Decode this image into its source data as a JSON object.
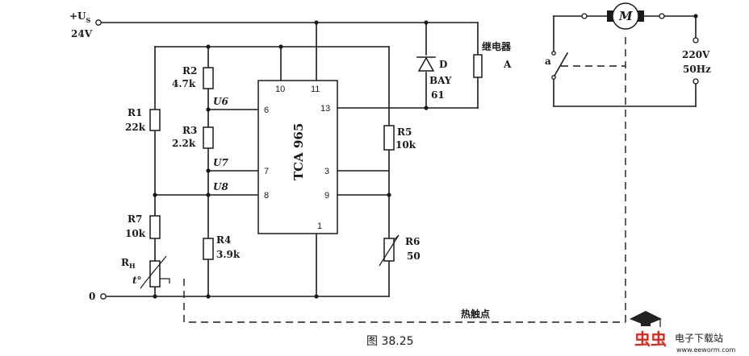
{
  "supply": {
    "label": "+U",
    "sub": "S",
    "voltage": "24V"
  },
  "ground": {
    "label": "0"
  },
  "resistors": {
    "r1": {
      "name": "R1",
      "value": "22k"
    },
    "r2": {
      "name": "R2",
      "value": "4.7k"
    },
    "r3": {
      "name": "R3",
      "value": "2.2k"
    },
    "r4": {
      "name": "R4",
      "value": "3.9k"
    },
    "r5": {
      "name": "R5",
      "value": "10k"
    },
    "r6": {
      "name": "R6",
      "value": "50"
    },
    "r7": {
      "name": "R7",
      "value": "10k"
    },
    "rh": {
      "name": "R",
      "sub": "H",
      "temp": "t°"
    }
  },
  "nodes": {
    "u6": "U6",
    "u7": "U7",
    "u8": "U8"
  },
  "ic": {
    "name": "TCA 965",
    "pins": {
      "p10": "10",
      "p11": "11",
      "p6": "6",
      "p13": "13",
      "p7": "7",
      "p3": "3",
      "p8": "8",
      "p9": "9",
      "p1": "1"
    }
  },
  "diode": {
    "name": "D",
    "type": "BAY",
    "number": "61"
  },
  "relay": {
    "label": "继电器",
    "name": "A"
  },
  "motor": {
    "label": "M"
  },
  "mains": {
    "voltage": "220V",
    "frequency": "50Hz"
  },
  "switch": {
    "label": "a"
  },
  "thermal_contact": {
    "label": "热触点"
  },
  "caption": "图 38.25",
  "watermark": {
    "logo": "虫虫",
    "text": "电子下载站",
    "url": "www.eeworm.com"
  }
}
